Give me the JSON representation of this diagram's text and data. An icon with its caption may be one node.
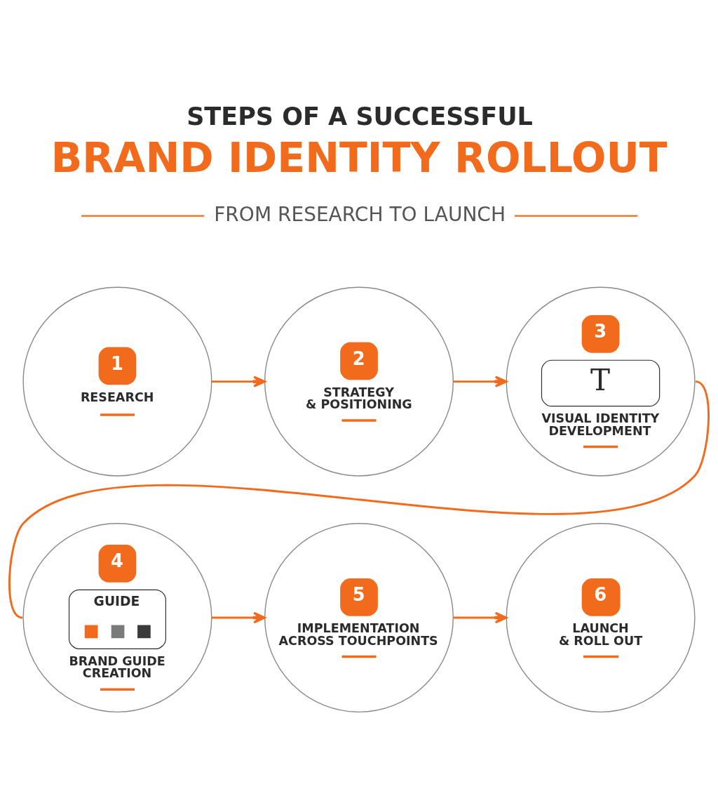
{
  "diagram": {
    "title": "STEPS OF A SUCCESSFUL BRAND IDENTITY ROLLOUT",
    "nodes": [
      {
        "text": [
          "1",
          "RESEARCH"
        ]
      },
      {
        "text": [
          "2",
          "STRATEGY & POSITIONING"
        ]
      },
      {
        "text": [
          "3",
          "T",
          "VISUAL IDENTITY DEVELOPMENT"
        ]
      },
      {
        "text": [
          "4",
          "GUIDE",
          "BRAND GUIDE CREATION"
        ]
      },
      {
        "text": [
          "5",
          "IMPLEMENTATION ACROSS TOUCHPOINTS"
        ]
      },
      {
        "text": [
          "6",
          "LAUNCH & ROLL OUT"
        ]
      }
    ],
    "edges": [
      {
        "from": 0,
        "to": 1,
        "arrow": "to"
      },
      {
        "from": 1,
        "to": 2,
        "arrow": "to"
      },
      {
        "from": 2,
        "to": 3,
        "arrow": "none"
      },
      {
        "from": 3,
        "to": 4,
        "arrow": "to"
      },
      {
        "from": 4,
        "to": 5,
        "arrow": "to"
      }
    ],
    "labels": [
      "FROM RESEARCH TO LAUNCH"
    ]
  }
}
